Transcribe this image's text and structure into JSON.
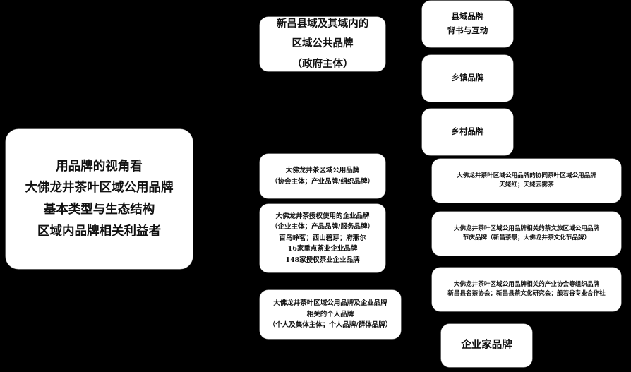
{
  "diagram": {
    "title": "用品牌的视角看大佛龙井茶叶区域公用品牌基本类型与生态结构",
    "background_color": "#000000",
    "node_fill_color": "#ffffff",
    "node_text_color": "#111111"
  },
  "nodes": {
    "root": {
      "name": "root-topic",
      "lines": [
        "用品牌的视角看",
        "大佛龙井茶叶区域公用品牌",
        "基本类型与生态结构",
        "区域内品牌相关利益者"
      ]
    },
    "county_public": {
      "name": "county-regional-public-brand",
      "lines": [
        "新昌县域及其域内的",
        "区域公共品牌",
        "（政府主体）"
      ]
    },
    "industry_assoc": {
      "name": "dafo-longjing-regional-public-brand",
      "lines": [
        "大佛龙井茶区域公用品牌",
        "（协会主体；产业品牌/组织品牌）"
      ]
    },
    "enterprise": {
      "name": "authorized-enterprise-brand",
      "lines": [
        "大佛龙井茶授权使用的企业品牌",
        "（企业主体；产品品牌/服务品牌）",
        "百鸟峥茗；西山碧芽；府燕尔",
        "16家重点茶业企业品牌",
        "148家授权茶业企业品牌"
      ]
    },
    "personal": {
      "name": "related-personal-brand",
      "lines": [
        "大佛龙井茶叶区域公用品牌及企业品牌",
        "相关的个人品牌",
        "（个人及集体主体；个人品牌/群体品牌）"
      ]
    },
    "county_endorse": {
      "name": "county-brand-endorsement",
      "lines": [
        "县域品牌",
        "背书与互动"
      ]
    },
    "township": {
      "name": "township-brand",
      "lines": [
        "乡镇品牌"
      ]
    },
    "village": {
      "name": "village-brand",
      "lines": [
        "乡村品牌"
      ]
    },
    "synergy_tea": {
      "name": "synergistic-tea-regional-public-brand",
      "lines": [
        "大佛龙井茶叶区域公用品牌的协同茶叶区域公用品牌",
        "天姥红；天姥云雾茶"
      ]
    },
    "tea_tourism": {
      "name": "tea-culture-tourism-brand",
      "lines": [
        "大佛龙井茶叶区域公用品牌相关的茶文旅区域公用品牌",
        "节庆品牌（新昌茶祭；大佛龙井茶文化节品牌）"
      ]
    },
    "assoc_org": {
      "name": "industry-association-organization-brand",
      "lines": [
        "大佛龙井茶叶区域公用品牌相关的产业协会等组织品牌",
        "新昌县名茶协会；新昌县茶文化研究会；般若谷专业合作社"
      ]
    },
    "entrepreneur": {
      "name": "entrepreneur-brand",
      "lines": [
        "企业家品牌"
      ]
    }
  }
}
